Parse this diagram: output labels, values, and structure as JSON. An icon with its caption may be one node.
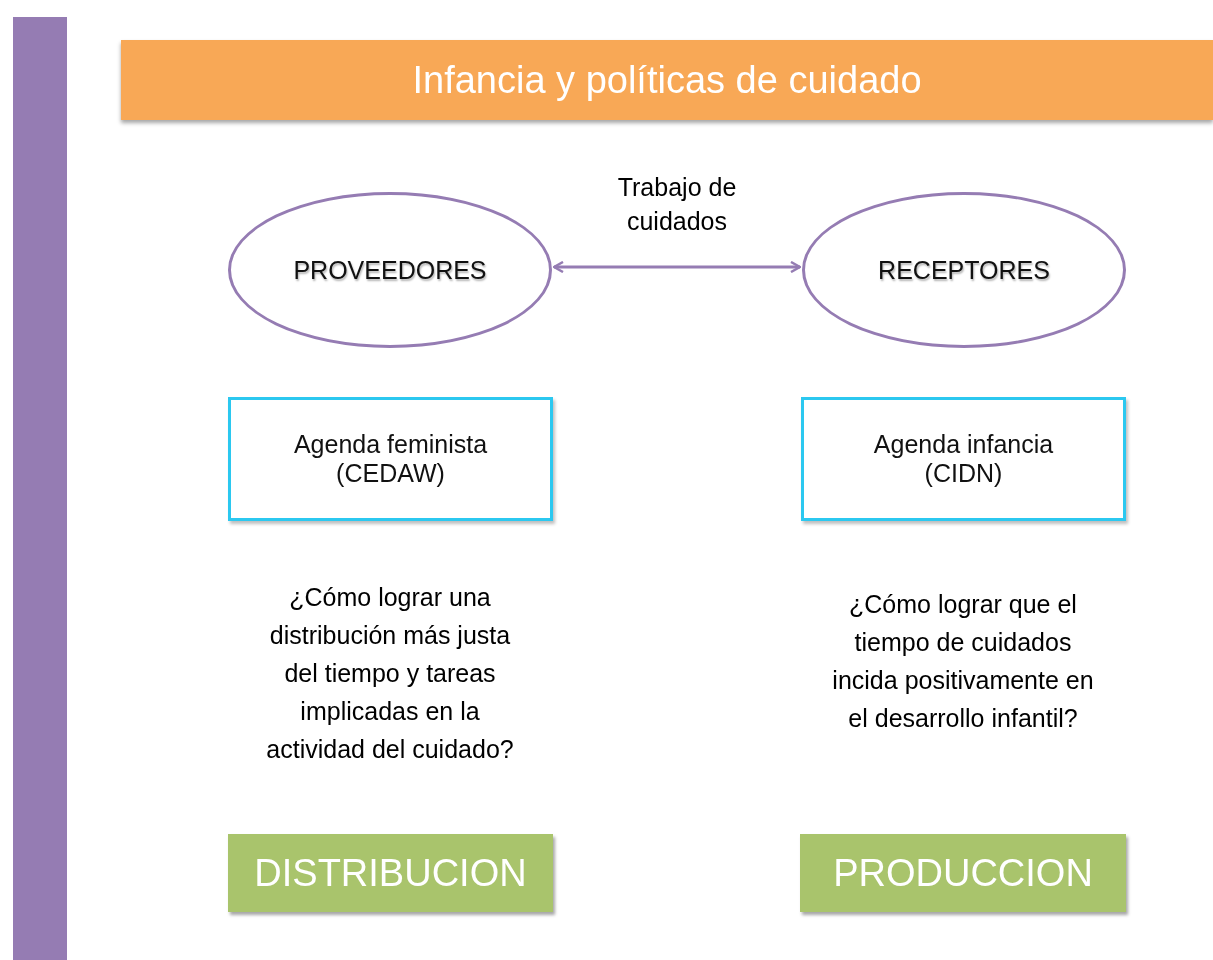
{
  "diagram": {
    "title": "Infancia y políticas de cuidado",
    "nodes": [
      {
        "text": [
          "PROVEEDORES"
        ]
      },
      {
        "text": [
          "RECEPTORES"
        ]
      },
      {
        "text": [
          "Agenda feminista (CEDAW)"
        ]
      },
      {
        "text": [
          "Agenda infancia (CIDN)"
        ]
      },
      {
        "text": [
          "DISTRIBUCION"
        ]
      },
      {
        "text": [
          "PRODUCCION"
        ]
      },
      {
        "text": [],
        "shape": "bar"
      }
    ],
    "edges": [
      {
        "from": 0,
        "to": 1,
        "arrow": "both",
        "label": "Trabajo de cuidados"
      }
    ],
    "labels": [
      "¿Cómo lograr una distribución más justa del tiempo y tareas implicadas en la actividad del cuidado?",
      "¿Cómo lograr que el tiempo de cuidados incida positivamente en el desarrollo infantil?"
    ]
  }
}
